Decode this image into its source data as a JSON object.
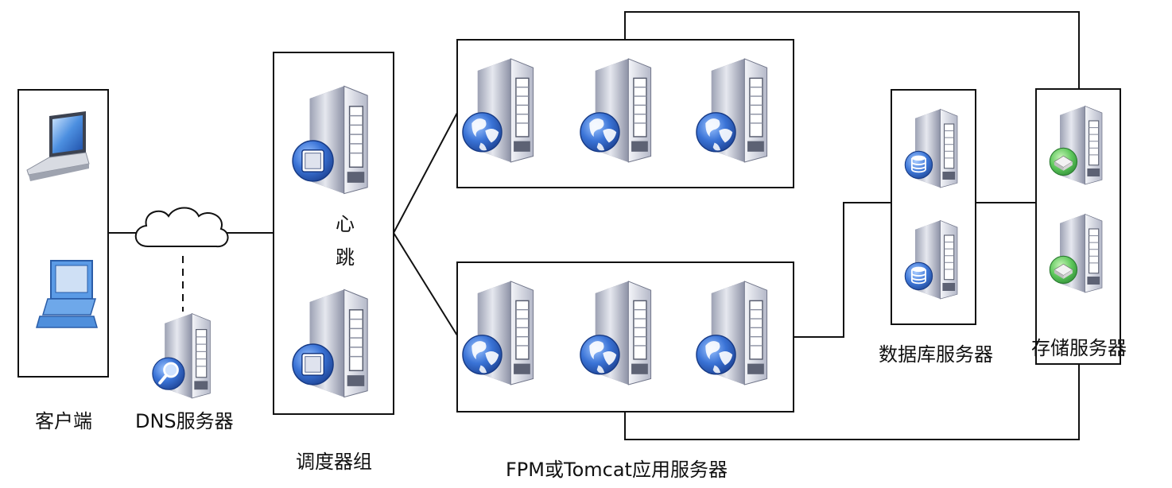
{
  "labels": {
    "client": "客户端",
    "dns": "DNS服务器",
    "scheduler_group": "调度器组",
    "heartbeat_1": "心",
    "heartbeat_2": "跳",
    "app_servers": "FPM或Tomcat应用服务器",
    "db_servers": "数据库服务器",
    "storage_servers": "存储服务器"
  },
  "icons": {
    "laptop": "laptop-icon",
    "desktop": "desktop-computer-icon",
    "cloud": "cloud-icon",
    "dns_server": "server-magnifier-icon",
    "scheduler_server": "server-window-icon",
    "web_server": "server-globe-icon",
    "db_server": "server-database-icon",
    "storage_server": "server-storage-icon"
  },
  "colors": {
    "line": "#111111",
    "server_body": "#c9ccd8",
    "globe_blue": "#2f64c4",
    "storage_green": "#5cc65a"
  }
}
